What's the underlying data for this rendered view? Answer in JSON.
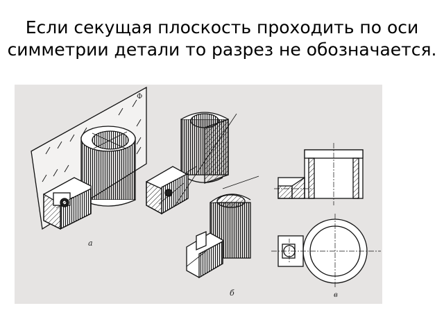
{
  "slide": {
    "title_line1": "Если секущая плоскость проходить по оси",
    "title_line2": "симметрии детали то разрез не обозначается."
  },
  "figure": {
    "labels": {
      "a": "а",
      "b": "б",
      "c": "в",
      "plane": "Ф"
    }
  }
}
